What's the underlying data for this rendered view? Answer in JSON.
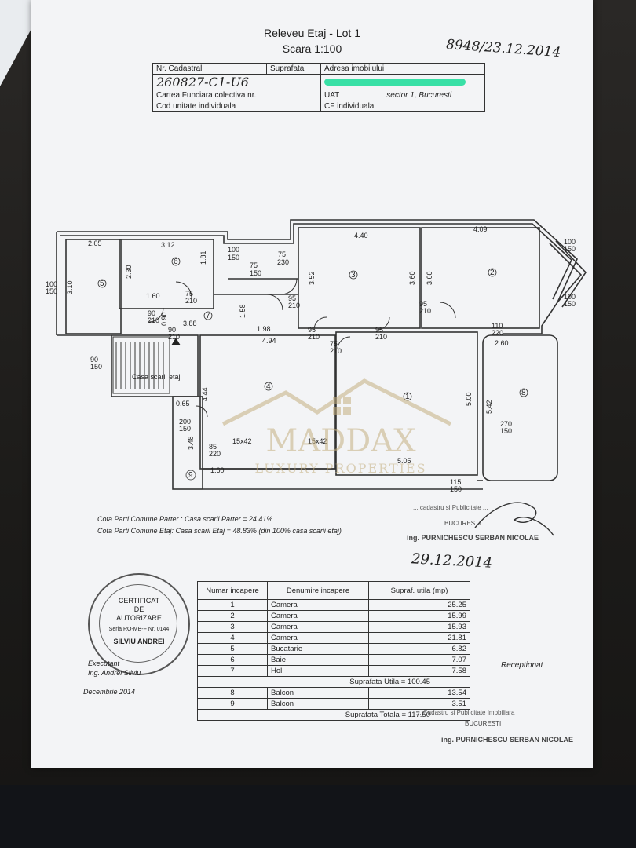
{
  "title": "Releveu Etaj - Lot 1",
  "scale": "Scara 1:100",
  "handwritten_top": "8948/23.12.2014",
  "header": {
    "nr_cadastral_label": "Nr. Cadastral",
    "suprafata_label": "Suprafata",
    "adresa_label": "Adresa imobilului",
    "nr_cadastral_value": "260827-C1-U6",
    "carte_label": "Cartea Funciara colectiva nr.",
    "uat_label": "UAT",
    "uat_value": "sector 1, Bucuresti",
    "cod_label": "Cod unitate individuala",
    "cf_label": "CF individuala"
  },
  "plan": {
    "room_ids": [
      "1",
      "2",
      "3",
      "4",
      "5",
      "6",
      "7",
      "8",
      "9"
    ],
    "dims": [
      "2.05",
      "3.12",
      "1.81",
      "100",
      "150",
      "75",
      "150",
      "75",
      "230",
      "4.40",
      "4.09",
      "100",
      "150",
      "3.10",
      "100",
      "150",
      "2.30",
      "1.60",
      "75",
      "210",
      "3.52",
      "3.60",
      "3.60",
      "95",
      "210",
      "95",
      "210",
      "90",
      "210",
      "0.90",
      "1.58",
      "3.88",
      "1.98",
      "4.94",
      "95",
      "210",
      "95",
      "210",
      "110",
      "220",
      "2.60",
      "100",
      "150",
      "90",
      "150",
      "75",
      "210",
      "90",
      "210",
      "4.44",
      "0.65",
      "200",
      "150",
      "3.48",
      "85",
      "220",
      "15x42",
      "15x42",
      "5.00",
      "5.42",
      "270",
      "150",
      "5.05",
      "1.60",
      "115",
      "150"
    ],
    "stair_label": "Casa scarii etaj"
  },
  "cota_parter": "Cota Parti Comune Parter : Casa scarii Parter = 24.41%",
  "cota_etaj": "Cota Parti Comune Etaj: Casa scarii Etaj = 48.83% (din 100% casa scarii etaj)",
  "stamp_right": {
    "line1": "... cadastru si Publicitate ...",
    "line2": "BUCURESTI",
    "line3": "ing. PURNICHESCU SERBAN NICOLAE"
  },
  "handwritten_date": "29.12.2014",
  "rooms_table": {
    "headers": [
      "Numar incapere",
      "Denumire incapere",
      "Supraf. utila (mp)"
    ],
    "rows": [
      {
        "nr": "1",
        "name": "Camera",
        "area": "25.25"
      },
      {
        "nr": "2",
        "name": "Camera",
        "area": "15.99"
      },
      {
        "nr": "3",
        "name": "Camera",
        "area": "15.93"
      },
      {
        "nr": "4",
        "name": "Camera",
        "area": "21.81"
      },
      {
        "nr": "5",
        "name": "Bucatarie",
        "area": "6.82"
      },
      {
        "nr": "6",
        "name": "Baie",
        "area": "7.07"
      },
      {
        "nr": "7",
        "name": "Hol",
        "area": "7.58"
      }
    ],
    "utila": "Suprafata Utila = 100.45",
    "rows2": [
      {
        "nr": "8",
        "name": "Balcon",
        "area": "13.54"
      },
      {
        "nr": "9",
        "name": "Balcon",
        "area": "3.51"
      }
    ],
    "totala": "Suprafata Totala = 117.50"
  },
  "stamp_left": {
    "line1": "CERTIFICAT",
    "line2": "DE",
    "line3": "AUTORIZARE",
    "line4": "Seria RO-MB-F Nr. 0144",
    "line5": "SILVIU ANDREI"
  },
  "executant": "Executant",
  "executant_name": "Ing. Andrei Silviu",
  "date_bottom": "Decembrie 2014",
  "receptionat": "Receptionat",
  "stamp_bottom": {
    "line1": "... Cadastru si Publicitate Imobiliara",
    "line2": "BUCURESTI",
    "line3": "ing. PURNICHESCU SERBAN NICOLAE"
  },
  "watermark": {
    "brand": "MADDAX",
    "sub": "LUXURY PROPERTIES"
  },
  "colors": {
    "paper": "#f3f4f6",
    "ink": "#222222",
    "highlight": "#39e0a6",
    "watermark": "#c5b080"
  }
}
